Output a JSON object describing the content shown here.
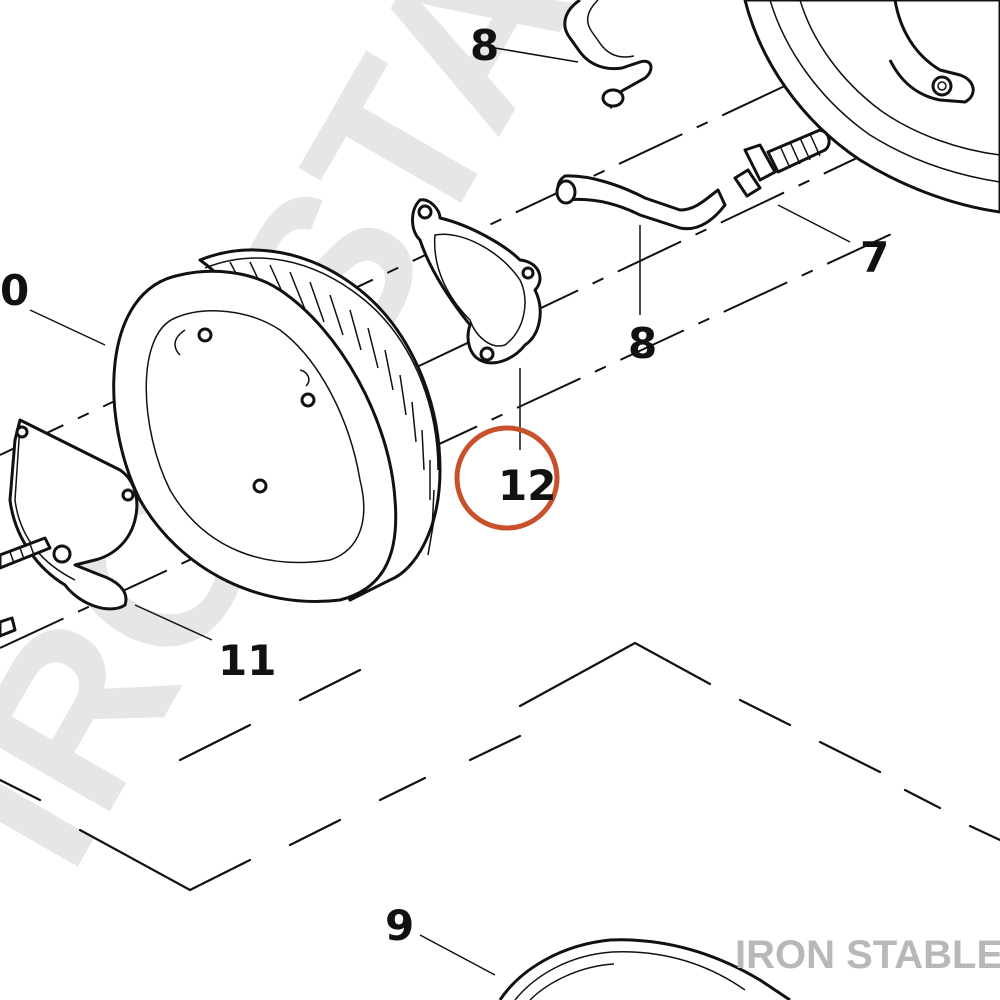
{
  "watermark": "IRONSTABLE",
  "brand": "IRON STABLE",
  "highlight_color": "#c8502a",
  "callouts": {
    "c7": "7",
    "c8_top": "8",
    "c8_mid": "8",
    "c9": "9",
    "c10": "0",
    "c11": "11",
    "c12": "12"
  }
}
